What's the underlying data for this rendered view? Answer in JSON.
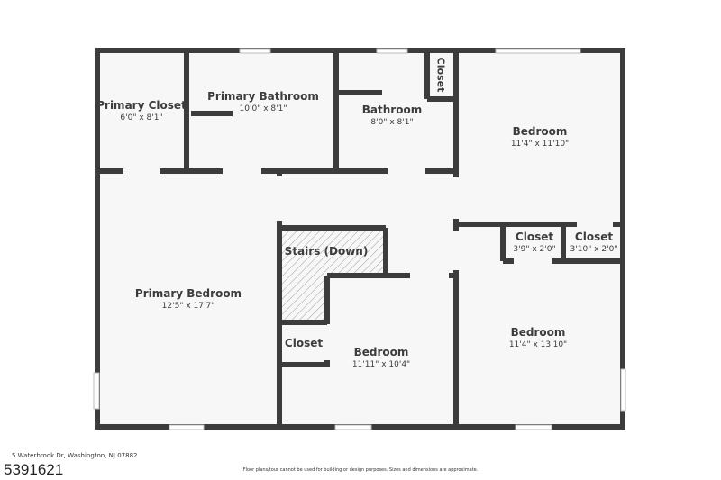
{
  "rooms": {
    "primary_closet": {
      "name": "Primary Closet",
      "dims": "6'0\" x 8'1\""
    },
    "primary_bathroom": {
      "name": "Primary Bathroom",
      "dims": "10'0\" x 8'1\""
    },
    "bathroom": {
      "name": "Bathroom",
      "dims": "8'0\" x 8'1\""
    },
    "small_closet": {
      "name": "Closet"
    },
    "bedroom_ne": {
      "name": "Bedroom",
      "dims": "11'4\" x 11'10\""
    },
    "closet_a": {
      "name": "Closet",
      "dims": "3'9\" x 2'0\""
    },
    "closet_b": {
      "name": "Closet",
      "dims": "3'10\" x 2'0\""
    },
    "primary_bedroom": {
      "name": "Primary Bedroom",
      "dims": "12'5\" x 17'7\""
    },
    "stairs": {
      "name": "Stairs (Down)"
    },
    "closet_c": {
      "name": "Closet"
    },
    "bedroom_s": {
      "name": "Bedroom",
      "dims": "11'11\" x 10'4\""
    },
    "bedroom_se": {
      "name": "Bedroom",
      "dims": "11'4\" x 13'10\""
    }
  },
  "footer": {
    "address": "5 Waterbrook Dr, Washington, NJ 07882",
    "listing_id": "5391621",
    "disclaimer": "Floor plans/tour cannot be used for building or design purposes. Sizes and dimensions are approximate."
  },
  "colors": {
    "wall": "#3c3c3c",
    "floor": "#f7f7f7"
  }
}
